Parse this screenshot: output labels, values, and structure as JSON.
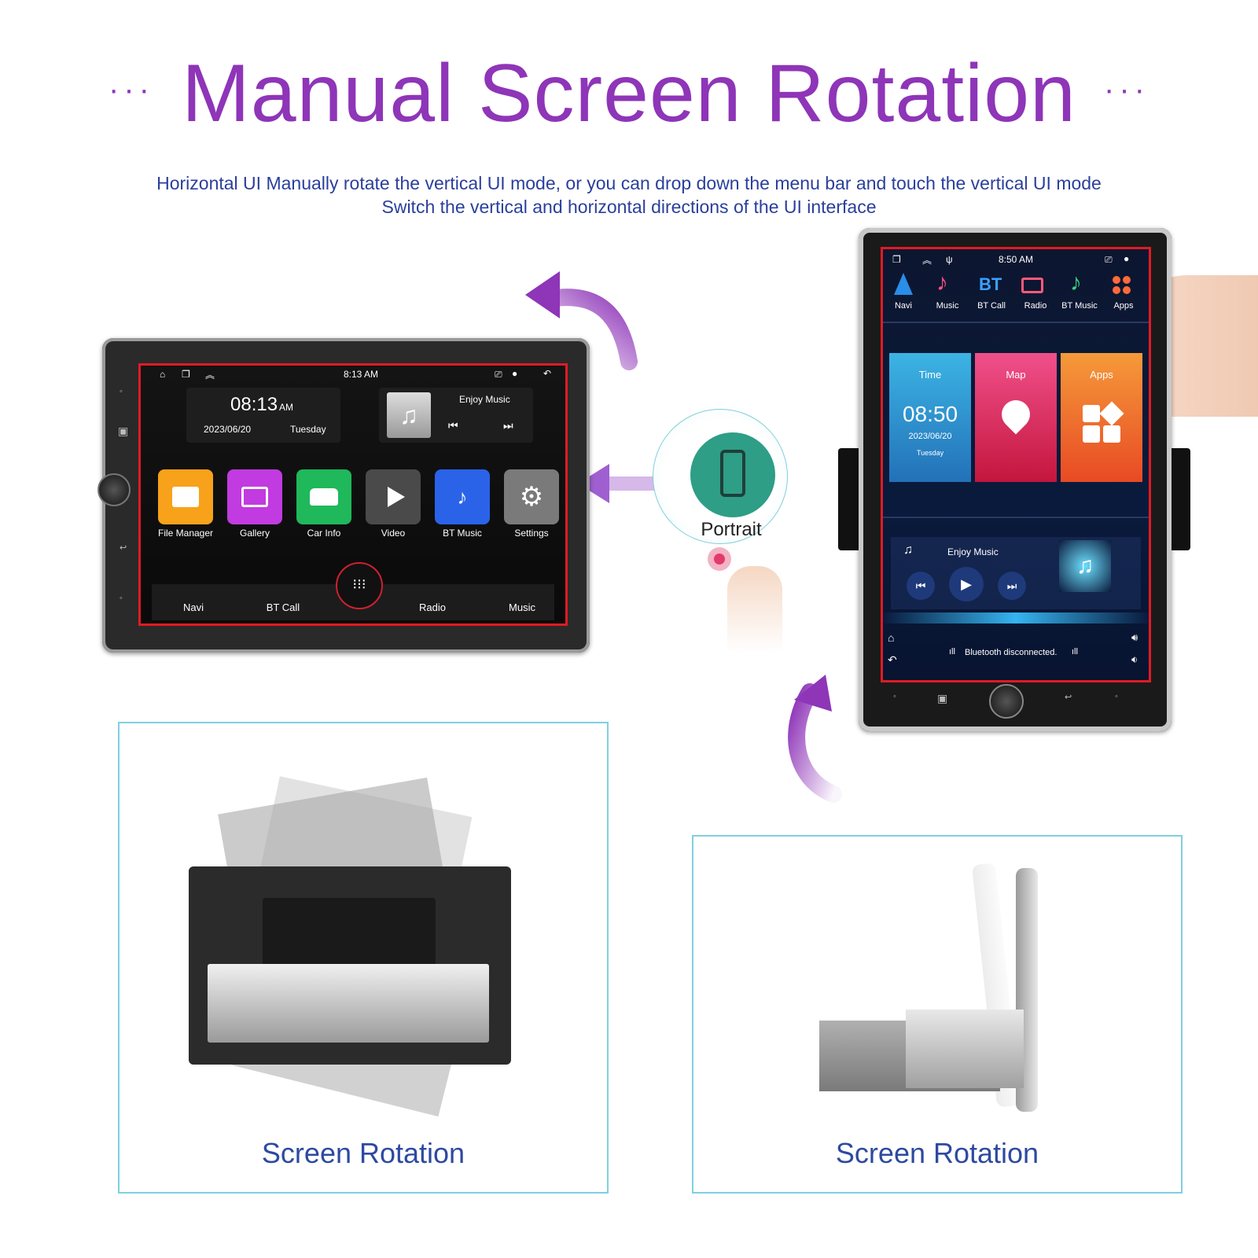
{
  "header": {
    "title": "Manual Screen Rotation",
    "dots_left": "···",
    "dots_right": "···",
    "subtitle_line1": "Horizontal UI Manually rotate the vertical UI mode, or you can drop down the menu bar and touch the vertical UI mode",
    "subtitle_line2": "Switch the vertical and horizontal directions of the UI interface"
  },
  "horizontal_ui": {
    "status_time": "8:13 AM",
    "clock": {
      "time": "08:13",
      "ampm": "AM",
      "date": "2023/06/20",
      "day": "Tuesday"
    },
    "music_card": {
      "title": "Enjoy Music"
    },
    "apps": [
      {
        "label": "File Manager",
        "icon": "folder-icon",
        "color": "#f7a21a"
      },
      {
        "label": "Gallery",
        "icon": "gallery-icon",
        "color": "#c13be0"
      },
      {
        "label": "Car Info",
        "icon": "car-icon",
        "color": "#1fb85a"
      },
      {
        "label": "Video",
        "icon": "play-icon",
        "color": "#4a4a4a"
      },
      {
        "label": "BT Music",
        "icon": "music-note-icon",
        "color": "#2a63e8"
      },
      {
        "label": "Settings",
        "icon": "gear-icon",
        "color": "#7a7a7a"
      }
    ],
    "dock": [
      "Navi",
      "BT Call",
      "Radio",
      "Music"
    ]
  },
  "vertical_ui": {
    "status_time": "8:50 AM",
    "top_apps": [
      {
        "label": "Navi",
        "icon": "navigation-arrow-icon"
      },
      {
        "label": "Music",
        "icon": "music-note-icon"
      },
      {
        "label": "BT Call",
        "icon": "bt-icon"
      },
      {
        "label": "Radio",
        "icon": "radio-icon"
      },
      {
        "label": "BT Music",
        "icon": "music-note-icon"
      },
      {
        "label": "Apps",
        "icon": "apps-grid-icon"
      }
    ],
    "bt_glyph": "BT",
    "tiles": [
      {
        "label": "Time",
        "time": "08:50",
        "date": "2023/06/20",
        "day": "Tuesday",
        "color": "#2a9bd8"
      },
      {
        "label": "Map",
        "color": "#e6376a"
      },
      {
        "label": "Apps",
        "color": "#f07a2a"
      }
    ],
    "music": {
      "title": "Enjoy Music"
    },
    "bluetooth_status": "Bluetooth disconnected."
  },
  "portrait_indicator": {
    "label": "Portrait"
  },
  "panels": [
    {
      "label": "Screen Rotation"
    },
    {
      "label": "Screen Rotation"
    }
  ],
  "colors": {
    "accent": "#8e35b8",
    "subtitle": "#2a3f9c",
    "frame_red": "#e01b24",
    "box_border": "#7fd0e0"
  }
}
